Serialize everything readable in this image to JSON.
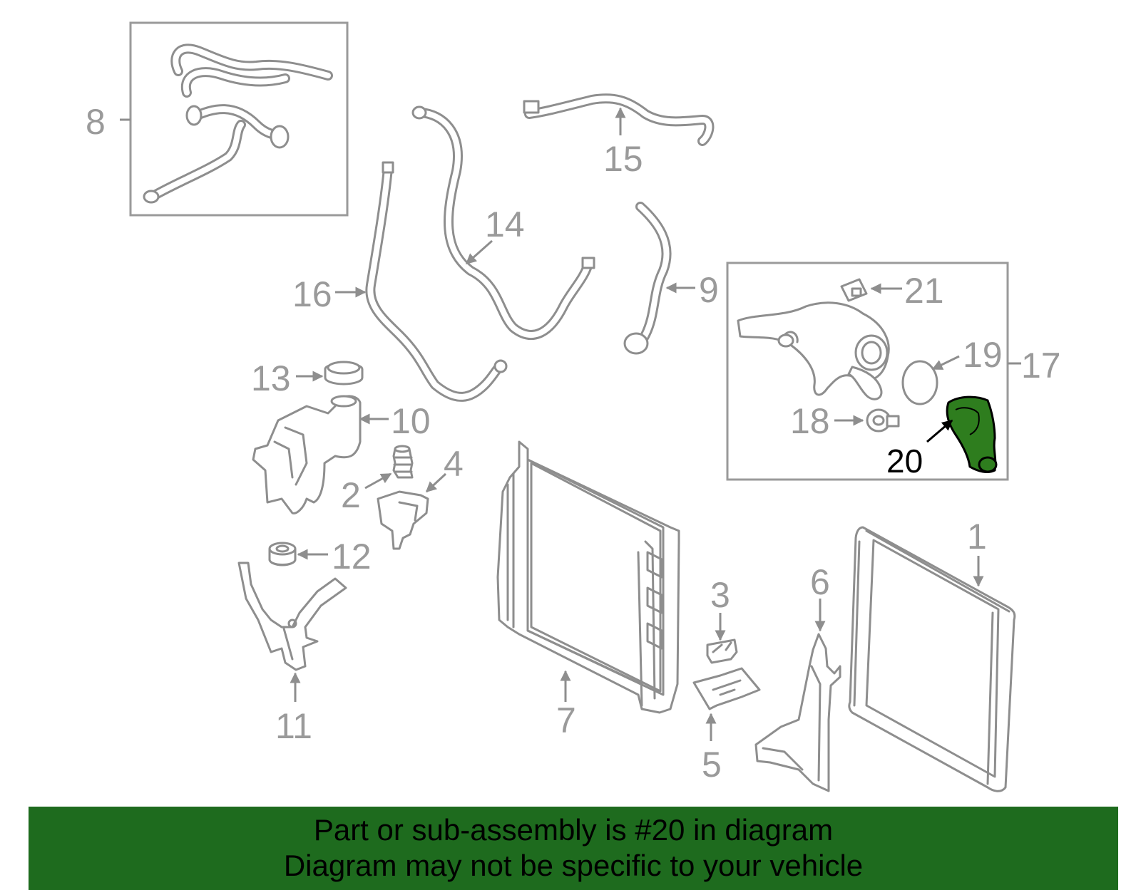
{
  "callouts": {
    "c1": "1",
    "c2": "2",
    "c3": "3",
    "c4": "4",
    "c5": "5",
    "c6": "6",
    "c7": "7",
    "c8": "8",
    "c9": "9",
    "c10": "10",
    "c11": "11",
    "c12": "12",
    "c13": "13",
    "c14": "14",
    "c15": "15",
    "c16": "16",
    "c17": "17",
    "c18": "18",
    "c19": "19",
    "c20": "20",
    "c21": "21"
  },
  "highlight": {
    "part_number": "20",
    "color": "#2e7d1e"
  },
  "banner": {
    "line1": "Part or sub-assembly is #20 in diagram",
    "line2": "Diagram may not be specific to your vehicle",
    "color": "#1e6b1e"
  }
}
